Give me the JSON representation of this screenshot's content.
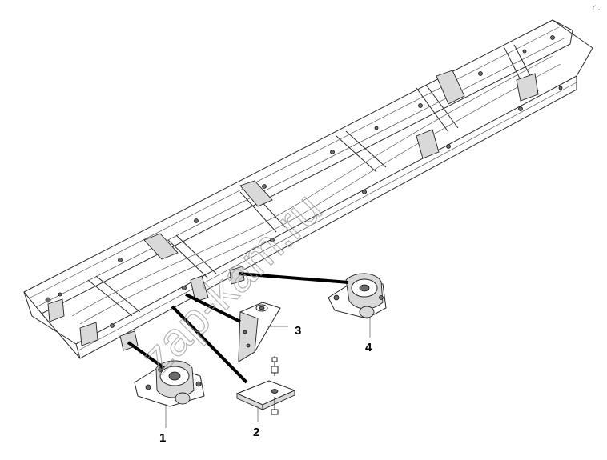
{
  "callouts": {
    "c1": "1",
    "c2": "2",
    "c3": "3",
    "c4": "4"
  },
  "watermark": "zap-kam.ru",
  "corner_mark": "r´…"
}
